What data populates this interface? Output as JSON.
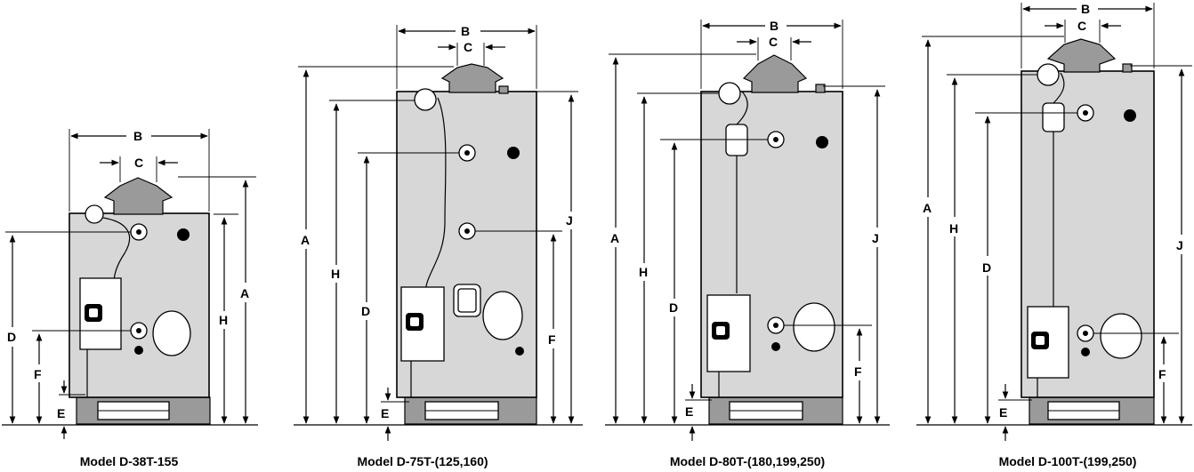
{
  "dimension_labels": {
    "a": "A",
    "b": "B",
    "c": "C",
    "d": "D",
    "e": "E",
    "f": "F",
    "h": "H",
    "j": "J"
  },
  "models": [
    {
      "title": "Model D-38T-155"
    },
    {
      "title": "Model D-75T-(125,160)"
    },
    {
      "title": "Model D-80T-(180,199,250)"
    },
    {
      "title": "Model D-100T-(199,250)"
    }
  ],
  "colors": {
    "tank": "#d7d7d7",
    "line": "#000000"
  }
}
